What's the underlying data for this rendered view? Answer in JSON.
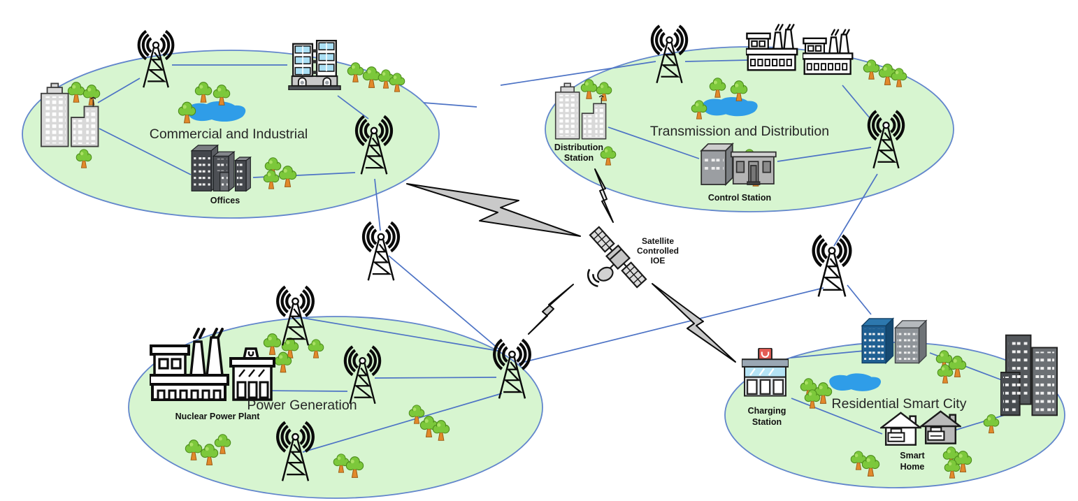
{
  "colors": {
    "zone_fill": "#d7f5d0",
    "zone_stroke": "#6286cc",
    "link": "#4d73c5",
    "pond": "#2f9de8",
    "tree_foliage": "#7cc83b",
    "tree_trunk": "#e2892b",
    "bolt_fill": "#c9c9c9",
    "outline": "#0d0d0d",
    "charging_sign_red": "#e45d55",
    "apartment_blue": "#1f5f92",
    "glass_blue": "#aadff4"
  },
  "zones": {
    "commercial": {
      "title": "Commercial and Industrial",
      "offices_label": "Offices"
    },
    "transmission": {
      "title": "Transmission and Distribution",
      "distribution_station_label_line1": "Distribution",
      "distribution_station_label_line2": "Station",
      "control_station_label": "Control Station"
    },
    "power": {
      "title": "Power Generation",
      "nuclear_plant_label": "Nuclear Power Plant"
    },
    "residential": {
      "title": "Residential Smart City",
      "charging_station_label_line1": "Charging",
      "charging_station_label_line2": "Station",
      "smart_home_label_line1": "Smart",
      "smart_home_label_line2": "Home"
    }
  },
  "satellite": {
    "label_line1": "Satellite",
    "label_line2": "Controlled",
    "label_line3": "IOE"
  }
}
